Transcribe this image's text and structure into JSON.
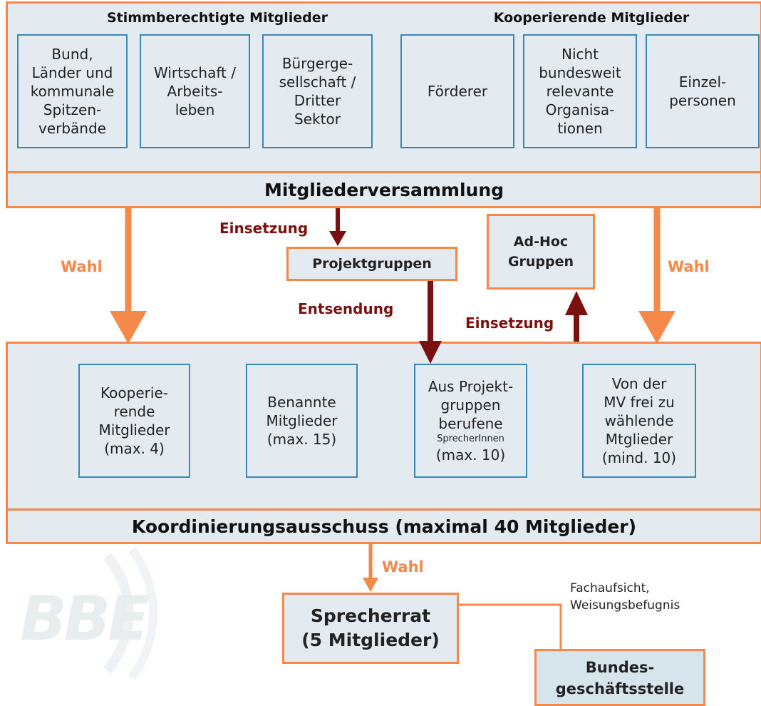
{
  "top": {
    "voting_heading": "Stimmberechtigte Mitglieder",
    "cooperating_heading": "Kooperierende Mitglieder",
    "boxes": [
      "Bund,\nLänder und\nkommunale\nSpitzen-\nverbände",
      "Wirtschaft /\nArbeits-\nleben",
      "Bürgerge-\nsellschaft /\nDritter\nSektor",
      "Förderer",
      "Nicht\nbundesweit\nrelevante\nOrganisa-\ntionen",
      "Einzel-\npersonen"
    ]
  },
  "assembly": "Mitgliederversammlung",
  "labels": {
    "wahl_left": "Wahl",
    "wahl_right": "Wahl",
    "einsetzung_top": "Einsetzung",
    "entsendung": "Entsendung",
    "einsetzung_adhoc": "Einsetzung",
    "wahl_bottom": "Wahl"
  },
  "projektgruppen": "Projektgruppen",
  "adhoc": "Ad-Hoc\nGruppen",
  "committee": {
    "boxes": [
      {
        "main": "Kooperie-\nrende\nMitglieder\n(max. 4)",
        "small": "",
        "tail": ""
      },
      {
        "main": "Benannte\nMitglieder\n(max. 15)",
        "small": "",
        "tail": ""
      },
      {
        "main": "Aus Projekt-\ngruppen\nberufene",
        "small": "SprecherInnen",
        "tail": "(max. 10)"
      },
      {
        "main": "Von der\nMV frei zu\nwählende\nMtglieder\n(mind. 10)",
        "small": "",
        "tail": ""
      }
    ],
    "title": "Koordinierungsausschuss (maximal 40 Mitglieder)"
  },
  "sprecherrat": "Sprecherrat\n(5 Mitglieder)",
  "note": "Fachaufsicht,\nWeisungsbefugnis",
  "geschaeftsstelle": "Bundes-\ngeschäftsstelle",
  "logo": "BBE",
  "colors": {
    "orange": "#f5894a",
    "dark_red": "#7a1010",
    "blue_border": "#3a86b4",
    "panel": "#e3ebf0"
  }
}
